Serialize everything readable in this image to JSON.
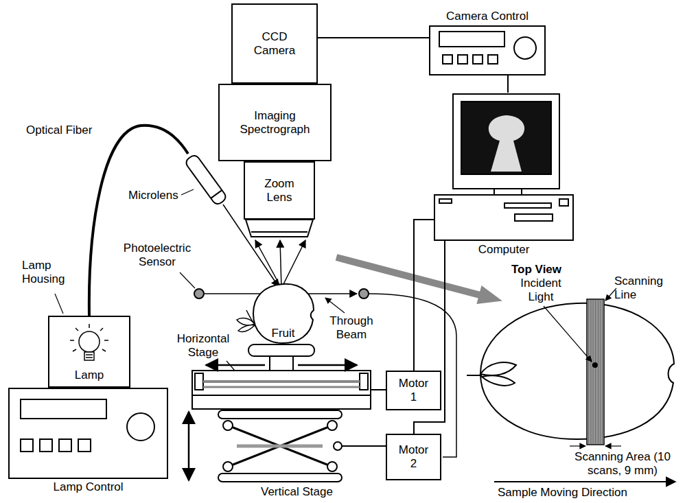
{
  "diagram": {
    "nodes": [
      {
        "text": [
          "CCD Camera"
        ]
      },
      {
        "text": [
          "Imaging Spectrograph"
        ]
      },
      {
        "text": [
          "Zoom Lens"
        ]
      },
      {
        "text": [
          "Camera Control"
        ]
      },
      {
        "text": [
          "Computer"
        ]
      },
      {
        "text": [
          "Lamp Housing",
          "Lamp"
        ]
      },
      {
        "text": [
          "Lamp Control"
        ]
      },
      {
        "text": [
          "Fruit"
        ]
      },
      {
        "text": [
          "Motor 1"
        ]
      },
      {
        "text": [
          "Motor 2"
        ]
      }
    ],
    "edges": [
      {
        "from": 0,
        "to": 3,
        "arrow": "none"
      },
      {
        "from": 3,
        "to": 4,
        "arrow": "none"
      },
      {
        "from": 4,
        "to": 8,
        "arrow": "none"
      },
      {
        "from": 4,
        "to": 9,
        "arrow": "none"
      }
    ],
    "labels": [
      "Optical Fiber",
      "Microlens",
      "Photoelectric Sensor",
      "Through Beam",
      "Horizontal Stage",
      "Vertical Stage",
      "Top View",
      "Incident Light",
      "Scanning Line",
      "Scanning Area (10 scans, 9 mm)",
      "Sample Moving Direction"
    ]
  }
}
